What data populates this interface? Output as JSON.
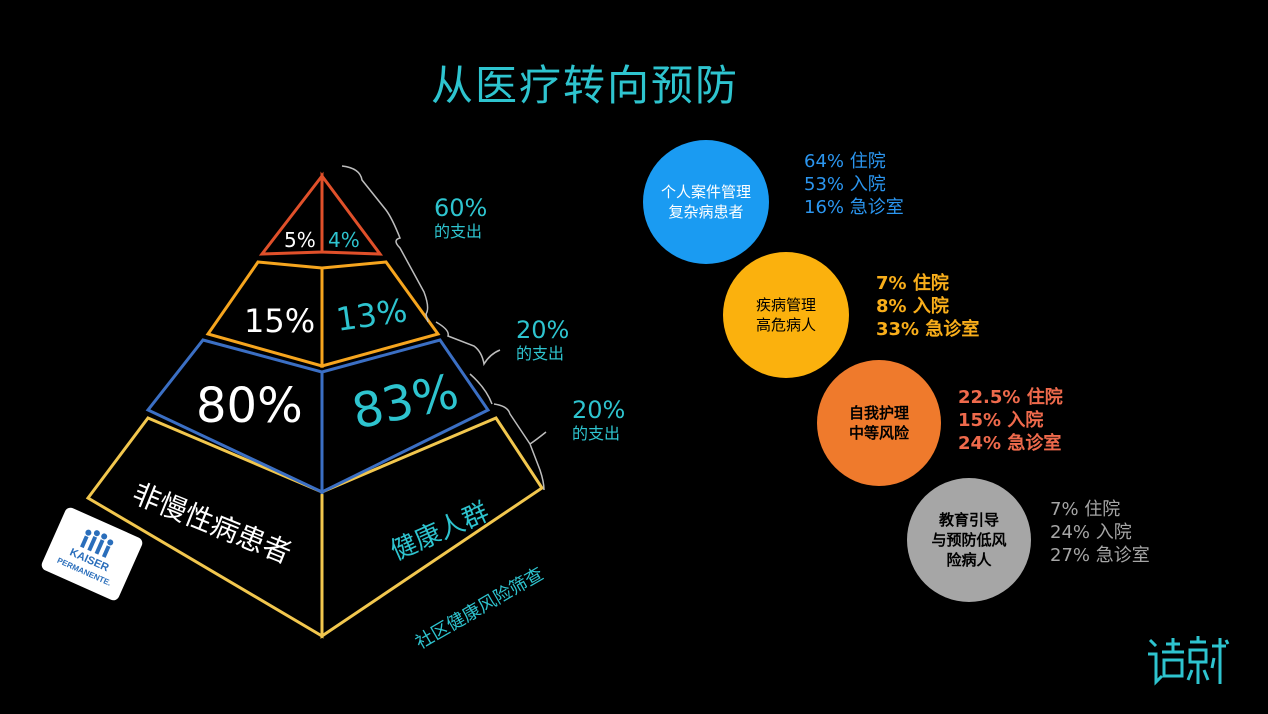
{
  "title": "从医疗转向预防",
  "pyramid": {
    "tier1": {
      "left": "5%",
      "right": "4%"
    },
    "tier2": {
      "left": "15%",
      "right": "13%"
    },
    "tier3": {
      "left": "80%",
      "right": "83%"
    },
    "tier4": {
      "left": "非慢性病患者",
      "right": "健康人群"
    },
    "bottom_label": "社区健康风险筛查"
  },
  "spending": [
    {
      "pct": "60%",
      "label": "的支出"
    },
    {
      "pct": "20%",
      "label": "的支出"
    },
    {
      "pct": "20%",
      "label": "的支出"
    }
  ],
  "segments": [
    {
      "line1": "个人案件管理",
      "line2": "复杂病患者",
      "line3": "",
      "color": "#1a9bf2",
      "text_color": "#ffffff",
      "stats": [
        "64% 住院",
        "53% 入院",
        "16% 急诊室"
      ],
      "stat_color": "#2b96f0"
    },
    {
      "line1": "疾病管理",
      "line2": "高危病人",
      "line3": "",
      "color": "#fbb10d",
      "text_color": "#000000",
      "stats": [
        "7% 住院",
        "8% 入院",
        "33% 急诊室"
      ],
      "stat_color": "#f9ae1a"
    },
    {
      "line1": "自我护理",
      "line2": "中等风险",
      "line3": "",
      "color": "#ef7a2c",
      "text_color": "#000000",
      "stats": [
        "22.5% 住院",
        "15% 入院",
        "24% 急诊室"
      ],
      "stat_color": "#ef6a4c"
    },
    {
      "line1": "教育引导",
      "line2": "与预防低风",
      "line3": "险病人",
      "color": "#a6a6a6",
      "text_color": "#000000",
      "stats": [
        "7% 住院",
        "24% 入院",
        "27% 急诊室"
      ],
      "stat_color": "#a6a6a6"
    }
  ],
  "logo": {
    "line1": "KAISER",
    "line2": "PERMANENTE."
  },
  "brand": "造就",
  "colors": {
    "teal": "#2ec4cf",
    "red": "#e0502a",
    "orange": "#f6a51e",
    "blue": "#3b6fc4",
    "yellow": "#f2c74e"
  }
}
